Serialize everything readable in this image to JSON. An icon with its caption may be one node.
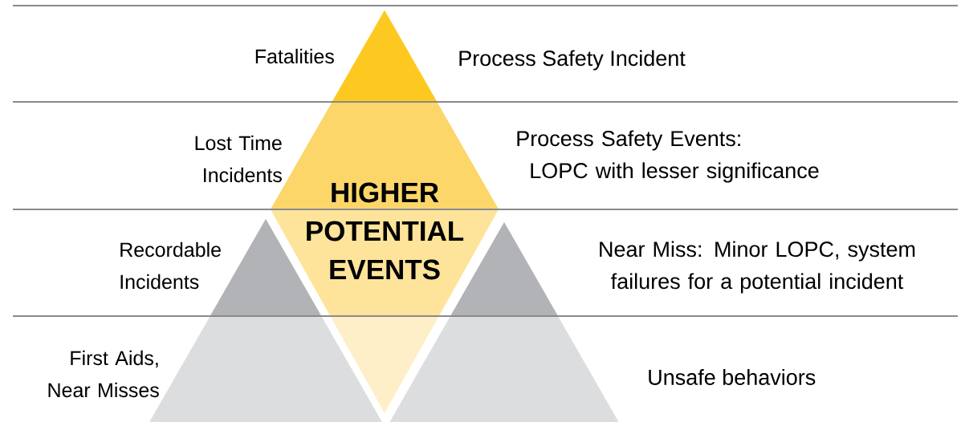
{
  "diagram": {
    "nodes": [
      {
        "text": [
          "HIGHER POTENTIAL EVENTS"
        ]
      }
    ],
    "labels": [
      "Fatalities",
      "Process Safety Incident",
      "Lost Time Incidents",
      "Process Safety Events: LOPC with lesser significance",
      "Recordable Incidents",
      "Near Miss: Minor LOPC, system failures for a potential incident",
      "First Aids, Near Misses",
      "Unsafe behaviors"
    ]
  }
}
